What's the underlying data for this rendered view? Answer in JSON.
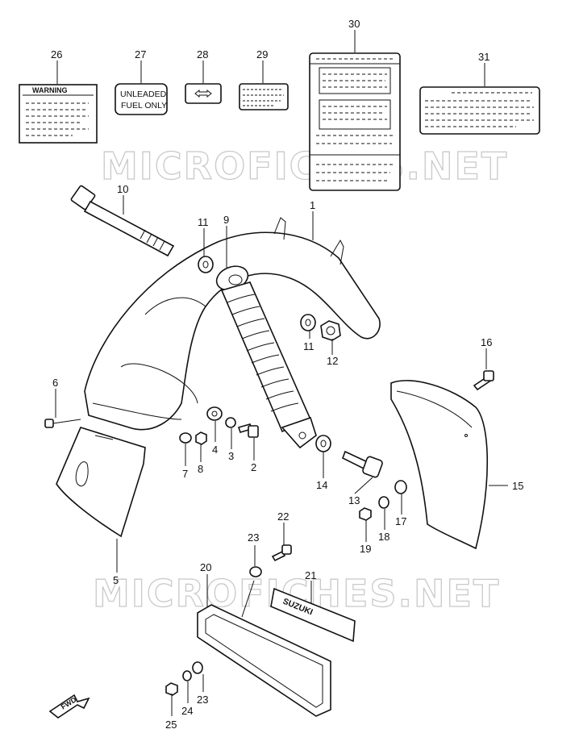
{
  "diagram": {
    "watermark": "MICROFICHES.NET",
    "labels": {
      "warning": "WARNING",
      "unleaded_line1": "UNLEADED",
      "unleaded_line2": "FUEL ONLY",
      "fwd": "FWD",
      "emblem": "SUZUKI"
    },
    "callouts": [
      "1",
      "2",
      "3",
      "4",
      "5",
      "6",
      "7",
      "8",
      "9",
      "10",
      "11",
      "12",
      "13",
      "14",
      "15",
      "16",
      "17",
      "18",
      "19",
      "20",
      "21",
      "22",
      "23",
      "24",
      "25",
      "26",
      "27",
      "28",
      "29",
      "30",
      "31"
    ]
  }
}
